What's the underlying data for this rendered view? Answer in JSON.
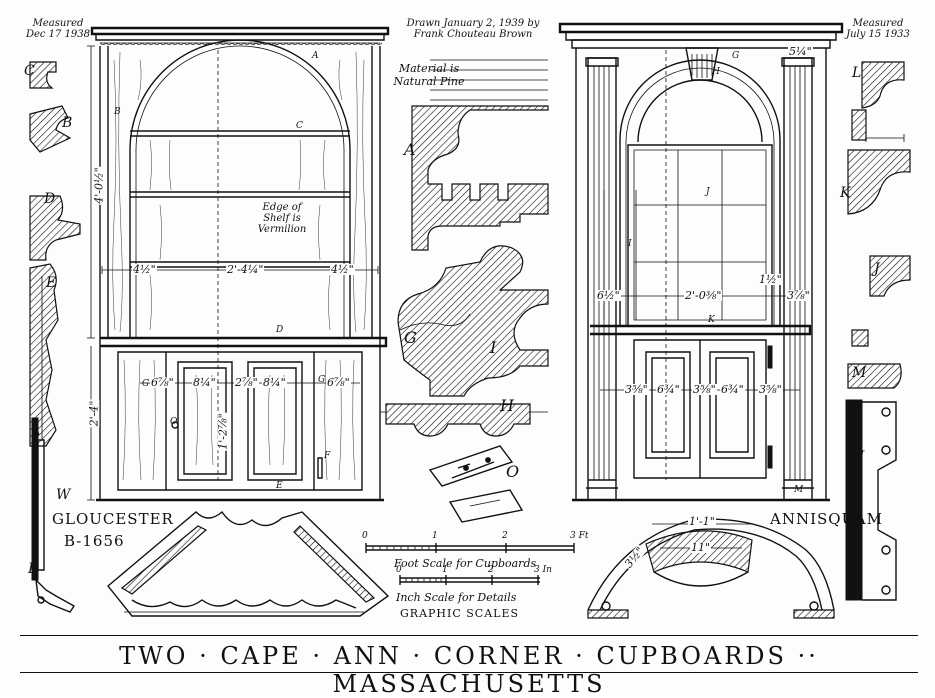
{
  "notes": {
    "measured_left": "Measured\nDec 17 1938",
    "drawn_by": "Drawn January 2, 1939 by\nFrank Chouteau Brown",
    "measured_right": "Measured\nJuly 15 1933",
    "material": "Material is\nNatural Pine",
    "shelf_note": "Edge of\nShelf is\nVermilion"
  },
  "locations": {
    "left_name": "GLOUCESTER",
    "left_ref": "B-1656",
    "right_name": "ANNISQUAM"
  },
  "scales": {
    "foot_scale": "Foot Scale for Cupboards",
    "inch_scale": "Inch Scale for Details",
    "graphic_scales": "GRAPHIC SCALES",
    "foot_ticks": [
      "0",
      "1",
      "2",
      "3 Ft"
    ],
    "inch_ticks": [
      "0",
      "1",
      "2",
      "3 In"
    ]
  },
  "detail_letters": {
    "left_margin": [
      "C",
      "B",
      "D",
      "E",
      "W",
      "F"
    ],
    "center": [
      "A",
      "G",
      "I",
      "H",
      "O"
    ],
    "right_margin": [
      "L",
      "K",
      "J",
      "M",
      "N"
    ],
    "left_cupboard": [
      "A",
      "B",
      "C",
      "D",
      "G",
      "G",
      "E",
      "F",
      "O"
    ],
    "right_cupboard": [
      "G",
      "H",
      "I",
      "J",
      "K",
      "M"
    ]
  },
  "dimensions": {
    "left_cupboard": {
      "height_upper": "4'-0½\"",
      "height_lower": "2'-4\"",
      "width_left": "4½\"",
      "width_center": "2'-4¼\"",
      "width_right": "4½\"",
      "door_left": "6⅞\"",
      "panel_left": "8¼\"",
      "stile": "2⅞\"",
      "panel_right": "8¼\"",
      "door_right": "6⅞\"",
      "panel_height": "1'-2⅞\""
    },
    "right_cupboard": {
      "width_left": "6½\"",
      "width_center": "2'-0⅜\"",
      "width_right": "3⅞\"",
      "width_right2": "1½\"",
      "pilaster": "5¼\"",
      "door_left": "3⅝\"",
      "panel_left": "6¾\"",
      "stile": "3⅝\"",
      "panel_right": "6¾\"",
      "door_right": "3⅝\""
    },
    "arch": {
      "top": "1'-1\"",
      "inner": "11\"",
      "side": "3½\""
    }
  },
  "title": "TWO · CAPE · ANN · CORNER · CUPBOARDS ·· MASSACHUSETTS"
}
